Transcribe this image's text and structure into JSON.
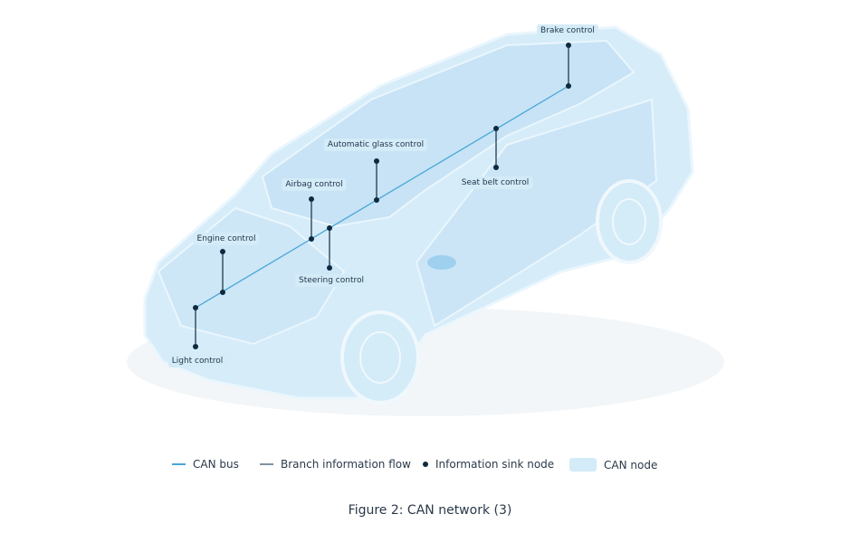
{
  "nodes": [
    {
      "id": "brake",
      "label": "Brake control"
    },
    {
      "id": "glass",
      "label": "Automatic glass control"
    },
    {
      "id": "airbag",
      "label": "Airbag control"
    },
    {
      "id": "seatbelt",
      "label": "Seat belt control"
    },
    {
      "id": "engine",
      "label": "Engine control"
    },
    {
      "id": "steering",
      "label": "Steering control"
    },
    {
      "id": "light",
      "label": "Light control"
    }
  ],
  "legend": {
    "can_bus": "CAN bus",
    "branch": "Branch information flow",
    "sink": "Information sink node",
    "can_node": "CAN node"
  },
  "colors": {
    "bus": "#4aa6d8",
    "branch": "#7f93a3",
    "sink": "#0e2a3e",
    "node": "#d4ebf8",
    "car": "#cfe7f7"
  },
  "caption": "Figure 2: CAN network (3)"
}
